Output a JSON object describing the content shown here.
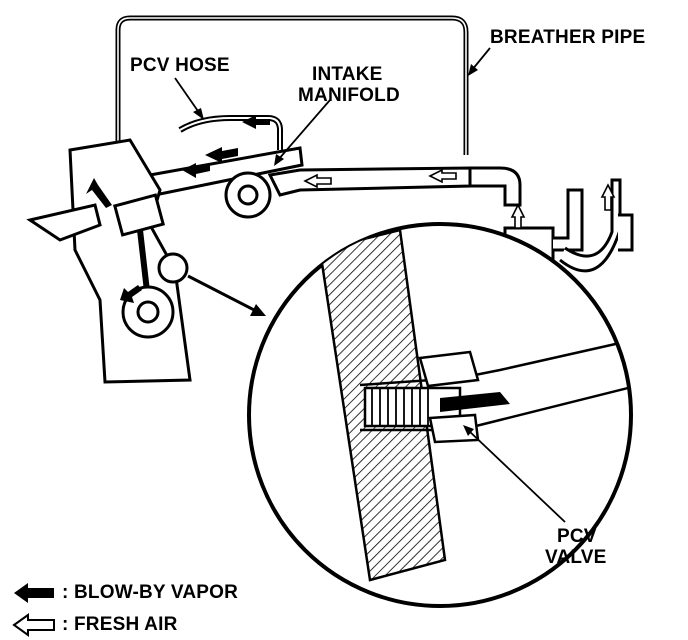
{
  "labels": {
    "breather_pipe": "BREATHER PIPE",
    "pcv_hose": "PCV HOSE",
    "intake_manifold_line1": "INTAKE",
    "intake_manifold_line2": "MANIFOLD",
    "pcv_valve_line1": "PCV",
    "pcv_valve_line2": "VALVE"
  },
  "legend": {
    "blow_by": ": BLOW-BY VAPOR",
    "fresh_air": ": FRESH AIR"
  },
  "icons": {
    "blow_by": "solid-arrow-left-icon",
    "fresh_air": "hollow-arrow-left-icon"
  },
  "colors": {
    "ink": "#000000",
    "paper": "#ffffff"
  }
}
